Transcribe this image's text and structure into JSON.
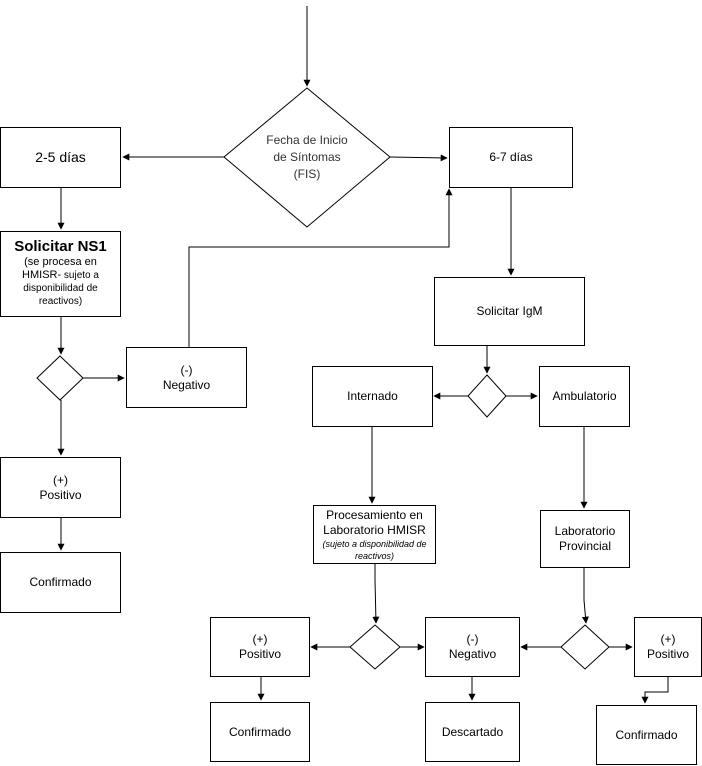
{
  "nodes": {
    "fis": {
      "line1": "Fecha de Inicio",
      "line2": "de Síntomas",
      "line3": "(FIS)"
    },
    "d25": "2-5 días",
    "d67": "6-7 días",
    "ns1": {
      "title": "Solicitar NS1",
      "sub1": "(se procesa en",
      "sub2a": "HMISR-",
      "sub2b": " sujeto a",
      "sub3": "disponibilidad de",
      "sub4": "reactivos)"
    },
    "neg_left": {
      "sign": "(-)",
      "label": "Negativo"
    },
    "pos_left": {
      "sign": "(+)",
      "label": "Positivo"
    },
    "conf_left": "Confirmado",
    "igm": "Solicitar IgM",
    "internado": "Internado",
    "ambulatorio": "Ambulatorio",
    "proc": {
      "line1": "Procesamiento en",
      "line2": "Laboratorio HMISR",
      "note": "(sujeto a disponibilidad de reactivos)"
    },
    "labprov": {
      "line1": "Laboratorio",
      "line2": "Provincial"
    },
    "pos_mid": {
      "sign": "(+)",
      "label": "Positivo"
    },
    "neg_mid": {
      "sign": "(-)",
      "label": "Negativo"
    },
    "pos_right": {
      "sign": "(+)",
      "label": "Positivo"
    },
    "conf_mid": "Confirmado",
    "descartado": "Descartado",
    "conf_right": "Confirmado"
  }
}
